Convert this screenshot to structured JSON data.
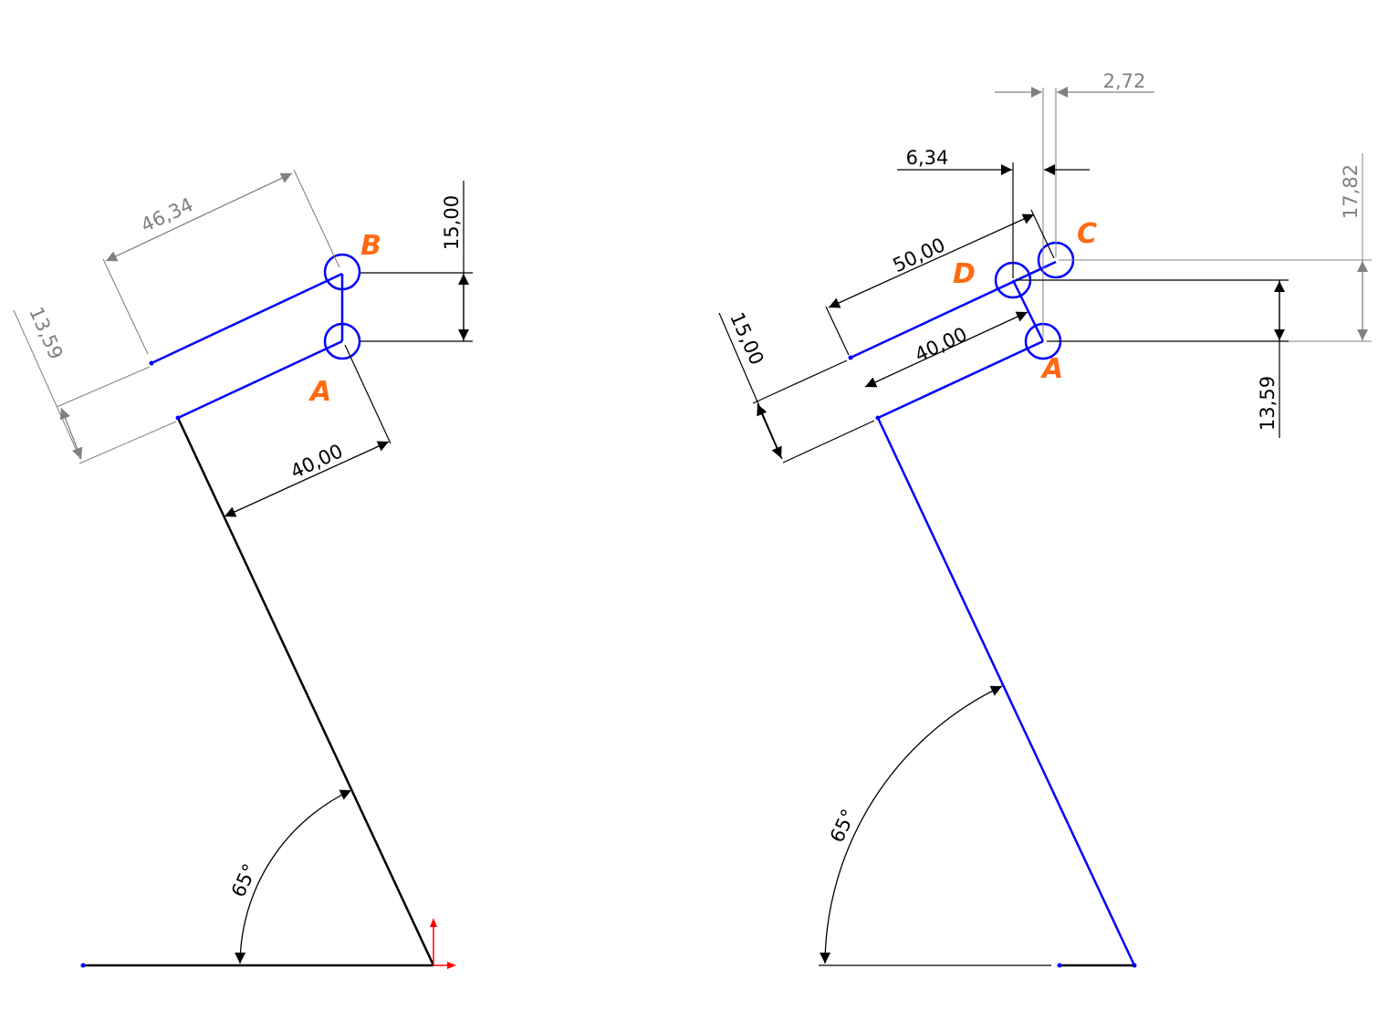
{
  "colors": {
    "geometry": "#000000",
    "construction": "#0000ff",
    "dimension": "#000000",
    "driven_dimension": "#808080",
    "reference_dimension": "#8a7560",
    "point_label": "#ff6a13",
    "origin_axes": "#ff0000"
  },
  "left_sketch": {
    "dims": {
      "d_46_34": "46,34",
      "d_13_59": "13,59",
      "d_15_00": "15,00",
      "d_40_00": "40,00",
      "angle": "65°"
    },
    "labels": {
      "A": "A",
      "B": "B"
    }
  },
  "right_sketch": {
    "dims": {
      "d_2_72": "2,72",
      "d_6_34": "6,34",
      "d_17_82": "17,82",
      "d_50_00": "50,00",
      "d_15_00": "15,00",
      "d_40_00": "40,00",
      "d_13_59": "13,59",
      "angle": "65°"
    },
    "labels": {
      "A": "A",
      "C": "C",
      "D": "D"
    }
  }
}
